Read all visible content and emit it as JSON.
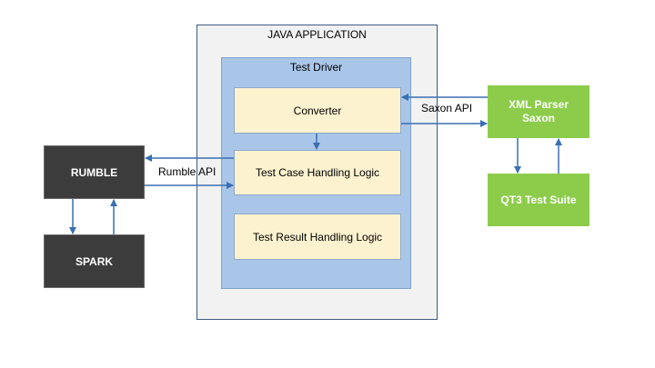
{
  "java_app": {
    "title": "JAVA APPLICATION"
  },
  "test_driver": {
    "title": "Test Driver"
  },
  "components": {
    "converter": "Converter",
    "test_case": "Test Case Handling Logic",
    "test_result": "Test Result Handling Logic"
  },
  "external": {
    "rumble": "RUMBLE",
    "spark": "SPARK",
    "xml_parser_line1": "XML Parser",
    "xml_parser_line2": "Saxon",
    "qt3": "QT3 Test Suite"
  },
  "apis": {
    "saxon": "Saxon API",
    "rumble": "Rumble API"
  },
  "colors": {
    "java_app_bg": "#f2f2f2",
    "test_driver_bg": "#a9c6e8",
    "logic_bg": "#fdf2cf",
    "dark_box": "#3c3c3c",
    "green_box": "#8ccc4a",
    "arrow": "#3a6fb0"
  }
}
